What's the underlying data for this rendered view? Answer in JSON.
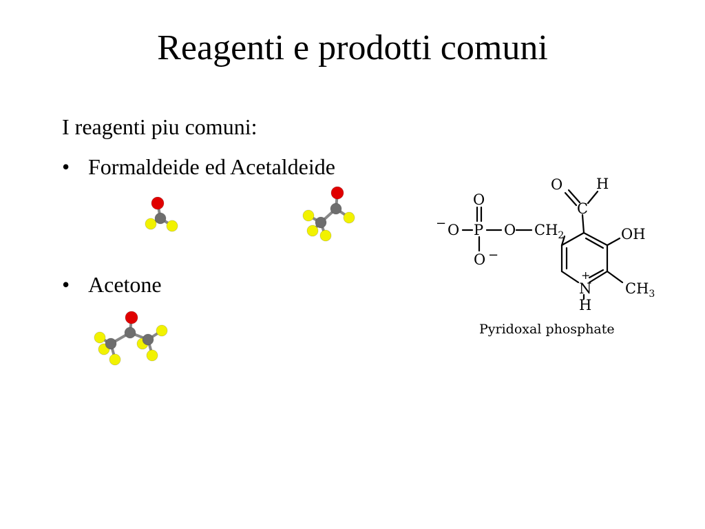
{
  "slide": {
    "title": "Reagenti e prodotti comuni",
    "intro": "I reagenti piu comuni:",
    "bullets": [
      {
        "symbol": "•",
        "text": "Formaldeide ed Acetaldeide"
      },
      {
        "symbol": "•",
        "text": "Acetone"
      }
    ]
  },
  "colors": {
    "oxygen": "#e00000",
    "carbon": "#6e6e6e",
    "hydrogen": "#f2f200"
  },
  "structure": {
    "caption": "Pyridoxal phosphate",
    "atoms": {
      "o_top": "O",
      "o_left": "O",
      "o_bottom": "O",
      "o_ester": "O",
      "p": "P",
      "ch2": "CH",
      "ch2_sub": "2",
      "c_ald": "C",
      "o_ald": "O",
      "h_ald": "H",
      "oh": "OH",
      "n": "N",
      "n_h": "H",
      "n_charge": "+",
      "ch3": "CH",
      "ch3_sub": "3",
      "minus_left": "−",
      "minus_bottom": "−"
    }
  }
}
